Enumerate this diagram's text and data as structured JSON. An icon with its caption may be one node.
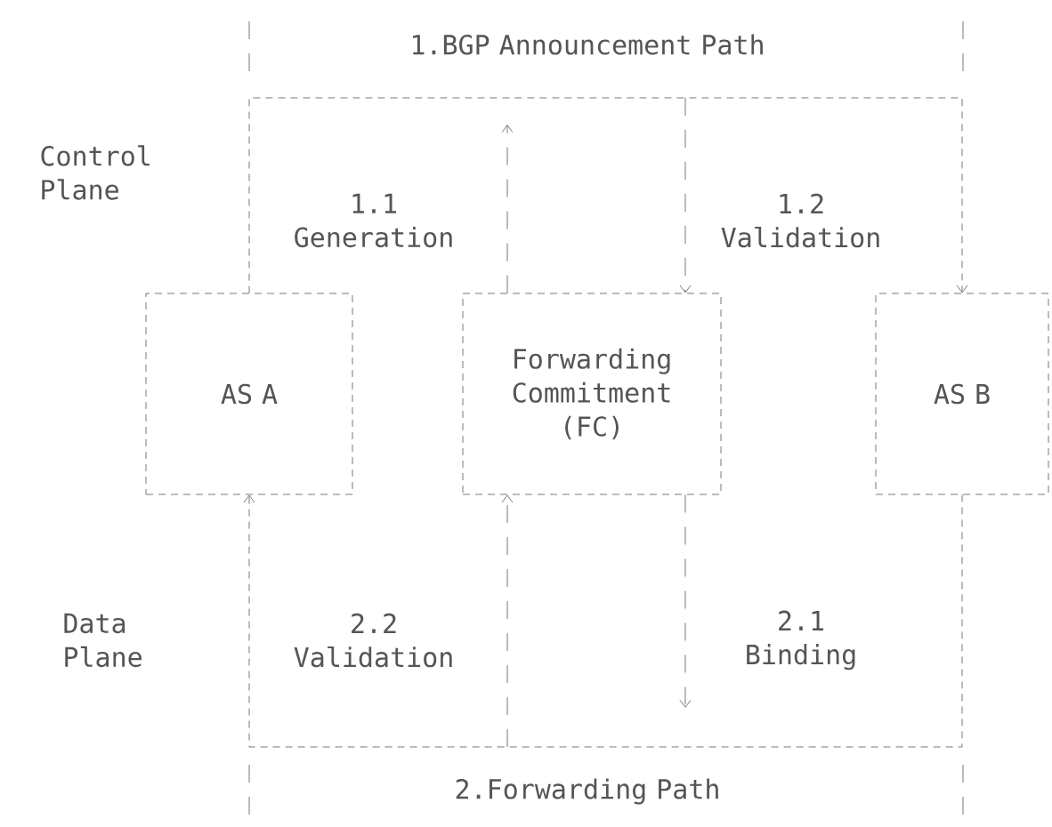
{
  "diagram": {
    "nodes": [
      {
        "text": [
          "AS A"
        ]
      },
      {
        "text": [
          "Forwarding Commitment (FC)"
        ]
      },
      {
        "text": [
          "AS B"
        ]
      }
    ],
    "edges": [
      {
        "from": 0,
        "to": 2,
        "arrow": "to",
        "style": "dashed",
        "label": "1.BGP Announcement Path"
      },
      {
        "from": 1,
        "to": null,
        "arrow": "to",
        "label": "1.1 Generation"
      },
      {
        "from": null,
        "to": 1,
        "arrow": "to",
        "label": "1.2 Validation"
      },
      {
        "from": 2,
        "to": 0,
        "arrow": "to",
        "style": "dashed",
        "label": "2.Forwarding Path"
      },
      {
        "from": null,
        "to": 1,
        "arrow": "to",
        "label": "2.2 Validation"
      },
      {
        "from": 1,
        "to": null,
        "arrow": "to",
        "label": "2.1 Binding"
      }
    ],
    "labels": [
      "Control Plane",
      "Data Plane"
    ]
  }
}
